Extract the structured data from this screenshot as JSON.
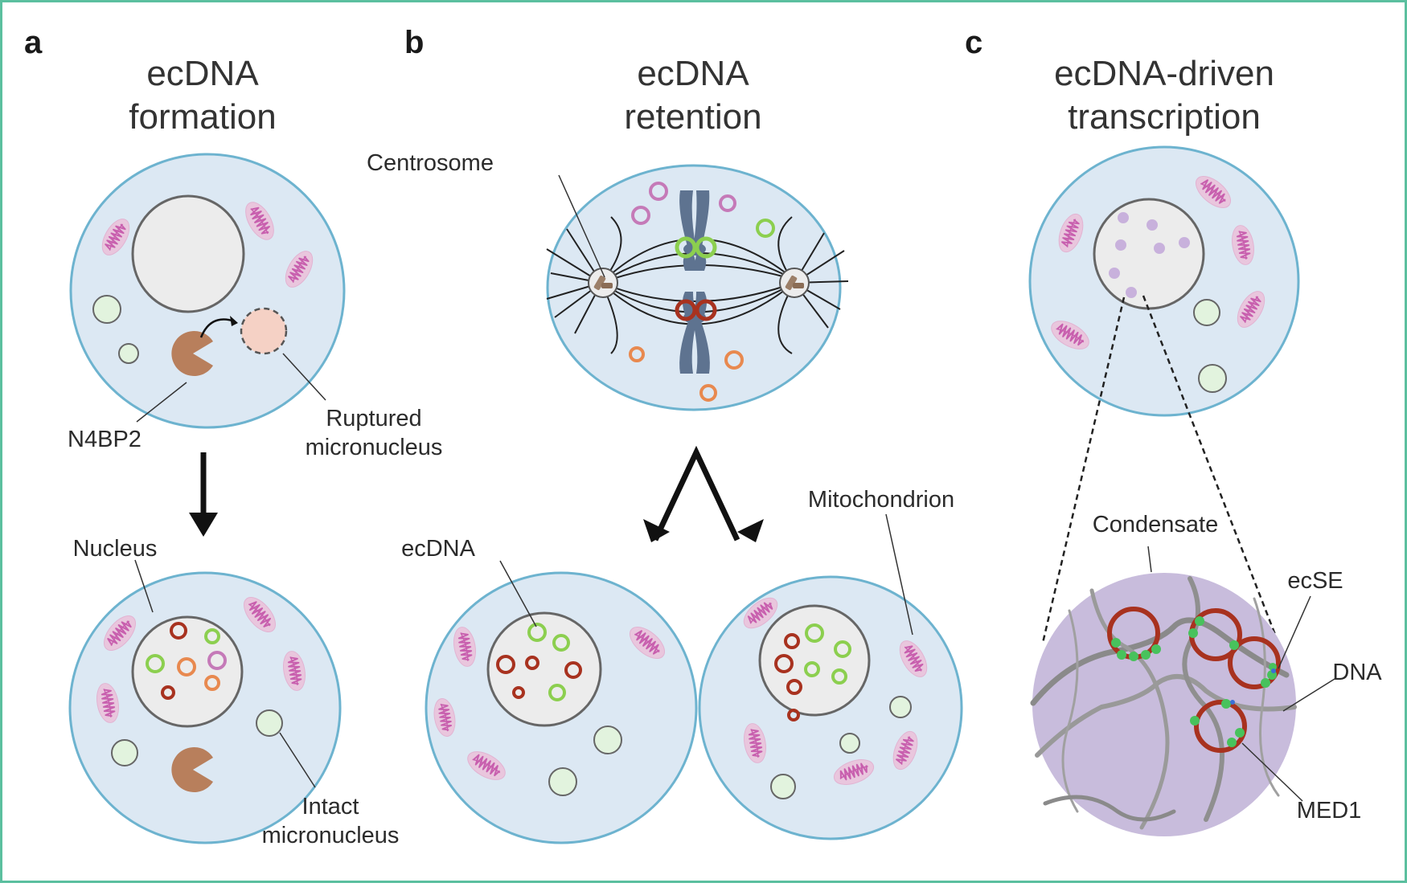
{
  "colors": {
    "frame": "#5bbf9f",
    "cell_fill": "#dce8f3",
    "cell_stroke": "#6db3cf",
    "nucleus_fill": "#ececec",
    "nucleus_stroke": "#666666",
    "mito_fill": "#e9c6dd",
    "mito_line": "#c85fae",
    "micronucleus_fill": "#e2f3de",
    "ruptured_fill": "#f5d1c5",
    "n4bp2": "#b87f5c",
    "ecdna_red": "#a8321f",
    "ecdna_green": "#8ccf4f",
    "ecdna_orange": "#e8894f",
    "ecdna_pink": "#c57ab8",
    "chromosome": "#5e7390",
    "condensate": "#c8bcdc",
    "med1": "#48c25c",
    "dna_strand": "#8a8a8a"
  },
  "panels": {
    "a": {
      "letter": "a",
      "title_line1": "ecDNA",
      "title_line2": "formation",
      "labels": {
        "n4bp2": "N4BP2",
        "ruptured_line1": "Ruptured",
        "ruptured_line2": "micronucleus",
        "nucleus": "Nucleus",
        "intact_line1": "Intact",
        "intact_line2": "micronucleus"
      }
    },
    "b": {
      "letter": "b",
      "title_line1": "ecDNA",
      "title_line2": "retention",
      "labels": {
        "centrosome": "Centrosome",
        "ecdna": "ecDNA",
        "mitochondrion": "Mitochondrion"
      }
    },
    "c": {
      "letter": "c",
      "title_line1": "ecDNA-driven",
      "title_line2": "transcription",
      "labels": {
        "condensate": "Condensate",
        "ecse": "ecSE",
        "dna": "DNA",
        "med1": "MED1"
      }
    }
  }
}
